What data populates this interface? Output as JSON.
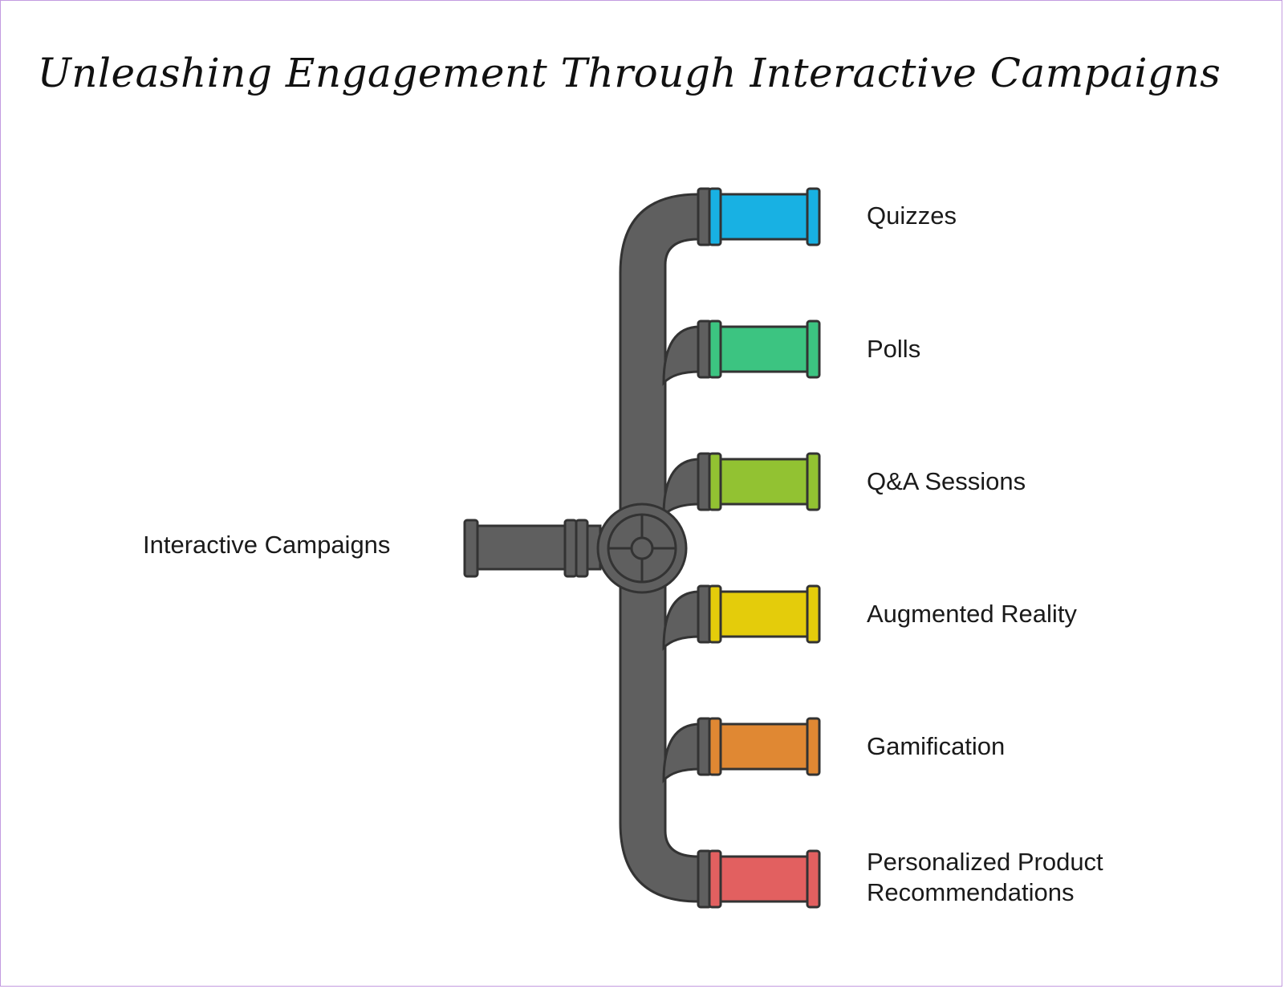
{
  "title": "Unleashing Engagement Through Interactive Campaigns",
  "source": {
    "label": "Interactive Campaigns"
  },
  "branches": [
    {
      "label": "Quizzes",
      "label2": "",
      "color": "#18b1e3"
    },
    {
      "label": "Polls",
      "label2": "",
      "color": "#3cc481"
    },
    {
      "label": "Q&A Sessions",
      "label2": "",
      "color": "#92c232"
    },
    {
      "label": "Augmented Reality",
      "label2": "",
      "color": "#e4cc0b"
    },
    {
      "label": "Gamification",
      "label2": "",
      "color": "#e08833"
    },
    {
      "label": "Personalized Product",
      "label2": "Recommendations",
      "color": "#e26060"
    }
  ],
  "colors": {
    "pipe": "#5f5f5f",
    "outline": "#333333",
    "border": "#c39be0"
  }
}
